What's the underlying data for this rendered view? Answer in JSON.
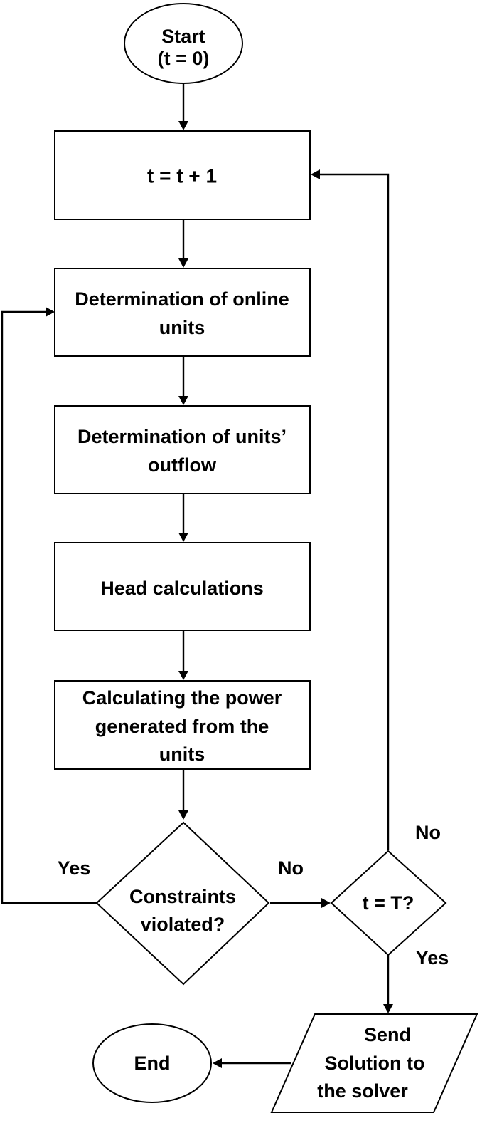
{
  "nodes": {
    "start": {
      "shape": "ellipse",
      "lines": [
        "Start",
        "(t = 0)"
      ]
    },
    "increment": {
      "shape": "rectangle",
      "lines": [
        "t = t + 1"
      ]
    },
    "online_units": {
      "shape": "rectangle",
      "lines": [
        "Determination of online",
        "units"
      ]
    },
    "outflow": {
      "shape": "rectangle",
      "lines": [
        "Determination of units’",
        "outflow"
      ]
    },
    "head_calc": {
      "shape": "rectangle",
      "lines": [
        "Head calculations"
      ]
    },
    "power": {
      "shape": "rectangle",
      "lines": [
        "Calculating the power",
        "generated from the",
        "units"
      ]
    },
    "constraints": {
      "shape": "diamond",
      "lines": [
        "Constraints",
        "violated?"
      ]
    },
    "time_check": {
      "shape": "diamond",
      "lines": [
        "t = T?"
      ]
    },
    "send": {
      "shape": "parallelogram",
      "lines": [
        "Send",
        "Solution to",
        "the solver"
      ]
    },
    "end": {
      "shape": "ellipse",
      "lines": [
        "End"
      ]
    }
  },
  "edges": {
    "constraints_yes": "Yes",
    "constraints_no": "No",
    "time_check_no": "No",
    "time_check_yes": "Yes"
  }
}
